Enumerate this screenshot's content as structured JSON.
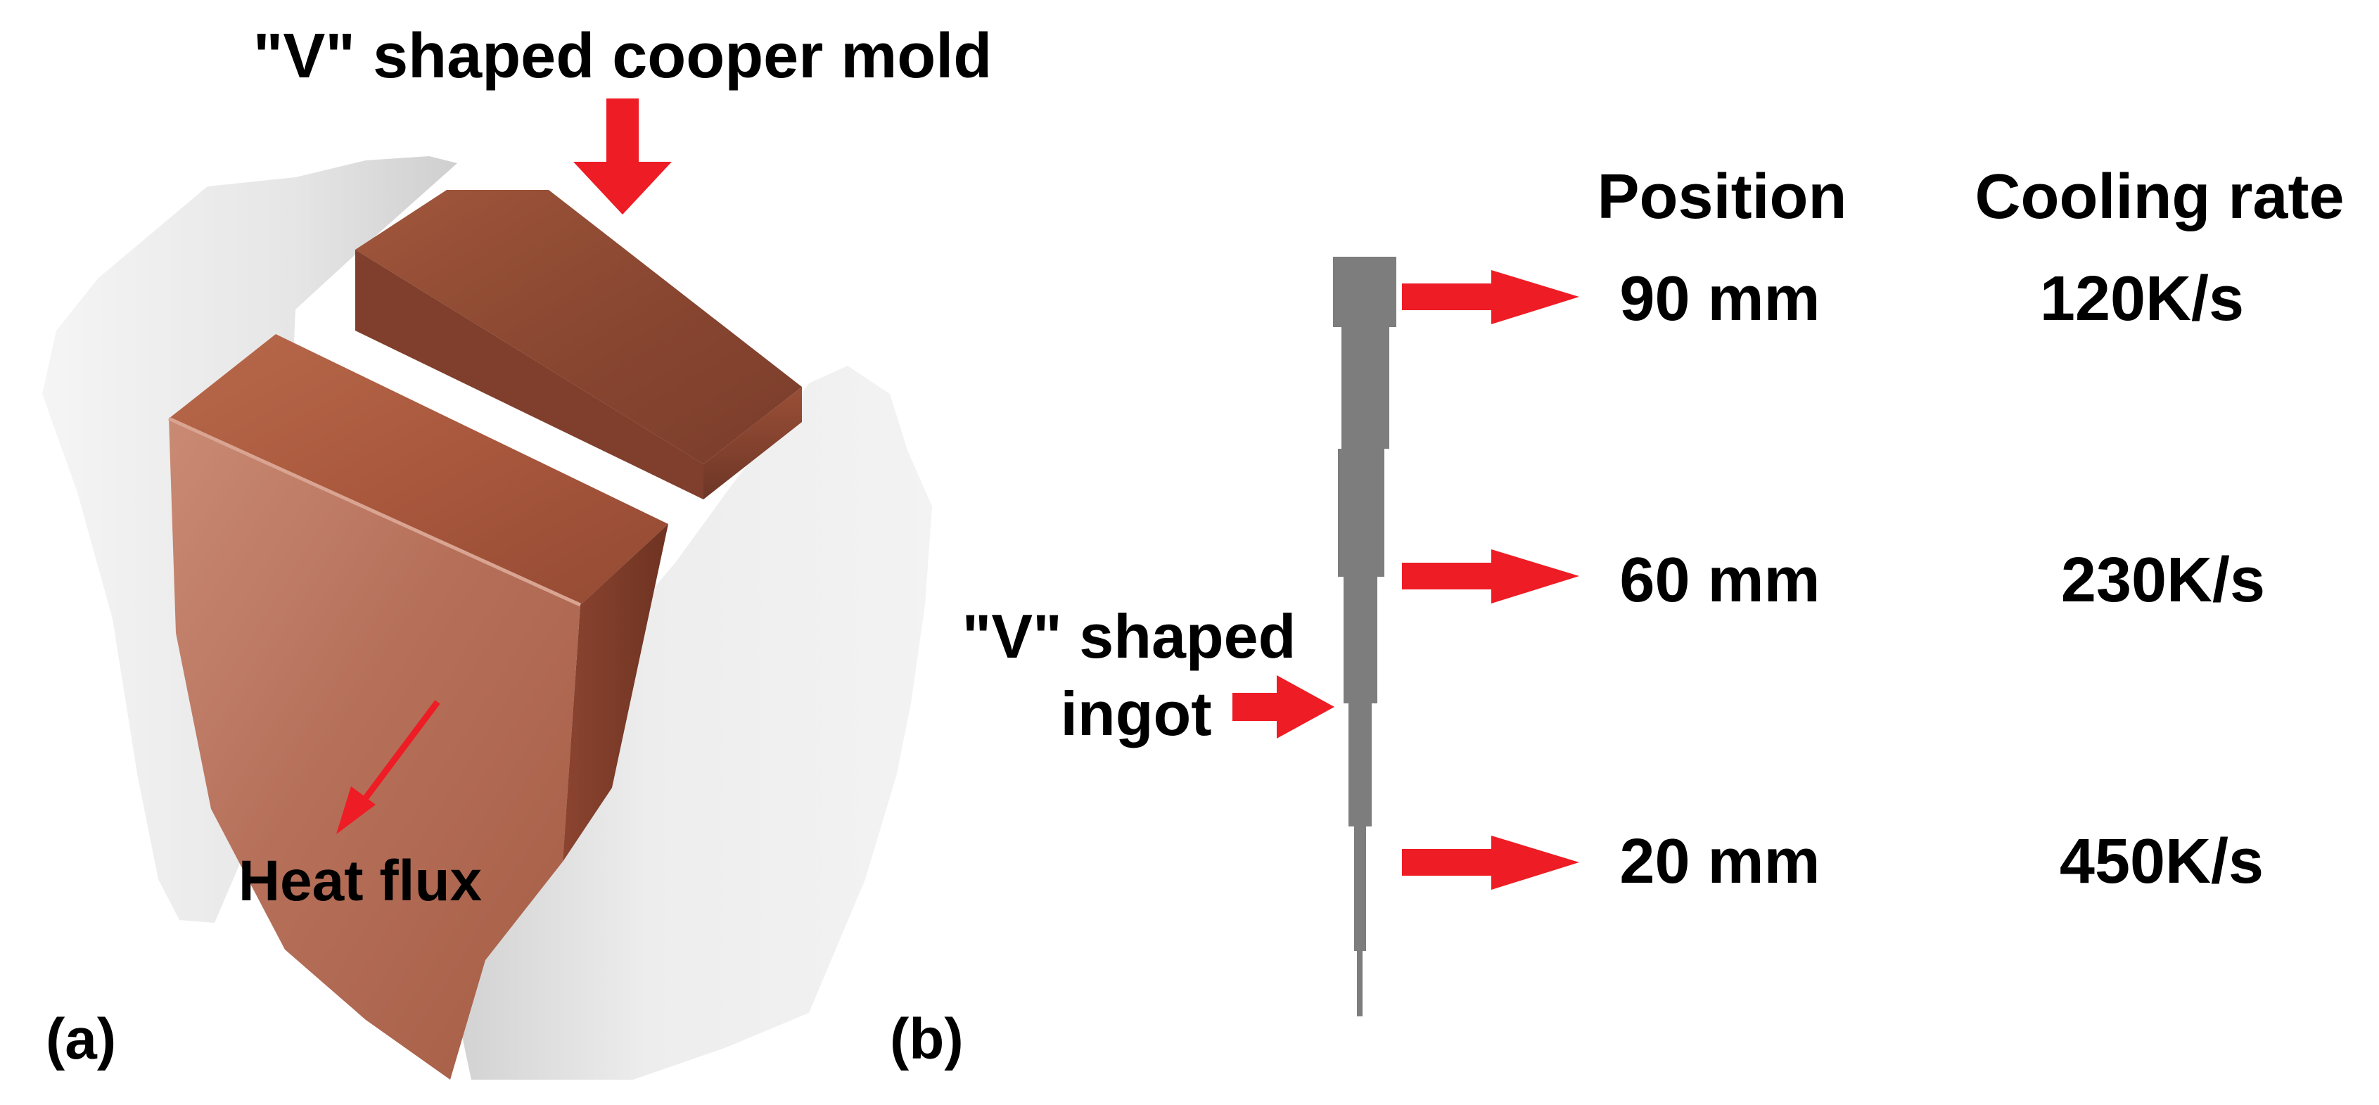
{
  "mold_label": "\"V\" shaped cooper mold",
  "heat_flux_label": "Heat flux",
  "ingot_label_line1": "\"V\" shaped",
  "ingot_label_line2": "ingot",
  "panel_a_label": "(a)",
  "panel_b_label": "(b)",
  "table": {
    "position_header": "Position",
    "cooling_rate_header": "Cooling rate",
    "rows": [
      {
        "position": "90 mm",
        "cooling_rate": "120K/s"
      },
      {
        "position": "60 mm",
        "cooling_rate": "230K/s"
      },
      {
        "position": "20 mm",
        "cooling_rate": "450K/s"
      }
    ]
  },
  "colors": {
    "arrow": "#ee1c24",
    "ingot": "#7d7d7d",
    "copper": "#a5553a",
    "insulation": "#ebebeb",
    "text": "#000000"
  }
}
